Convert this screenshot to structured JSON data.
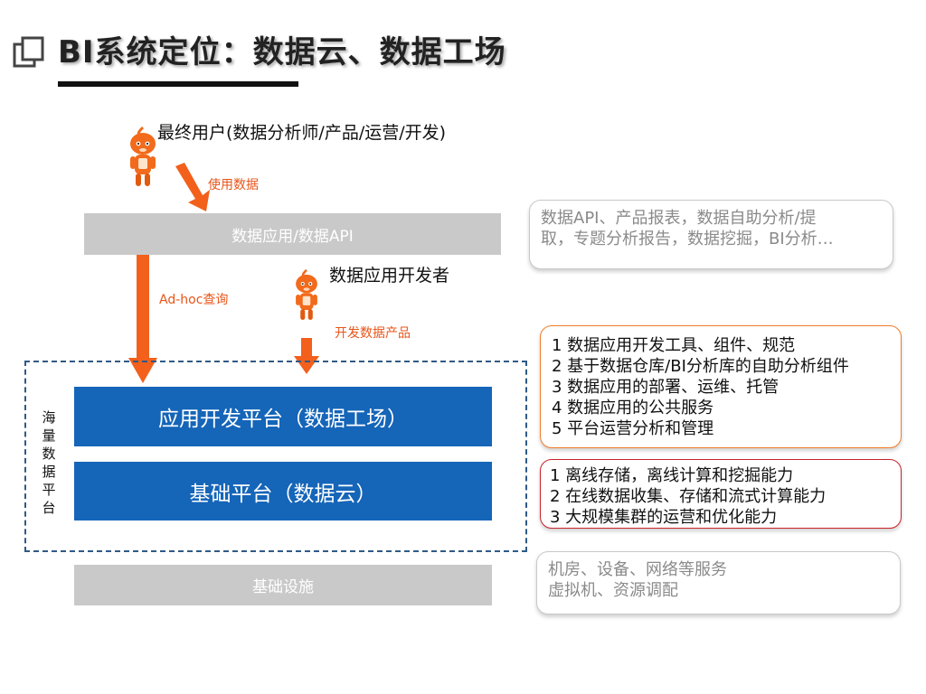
{
  "title": "BI系统定位：数据云、数据工场",
  "users": {
    "end_user": "最终用户(数据分析师/产品/运营/开发)",
    "developer": "数据应用开发者"
  },
  "arrows": {
    "use_data": "使用数据",
    "adhoc": "Ad-hoc查询",
    "dev_product": "开发数据产品"
  },
  "layers": {
    "data_app": "数据应用/数据API",
    "app_platform": "应用开发平台（数据工场）",
    "base_platform": "基础平台（数据云）",
    "infrastructure": "基础设施"
  },
  "massive_platform": [
    "海",
    "量",
    "数",
    "据",
    "平",
    "台"
  ],
  "notes": {
    "data_app": [
      "数据API、产品报表，数据自助分析/提",
      "取，专题分析报告，数据挖掘，BI分析…"
    ],
    "app_platform": [
      "1 数据应用开发工具、组件、规范",
      "2 基于数据仓库/BI分析库的自助分析组件",
      "3 数据应用的部署、运维、托管",
      "4 数据应用的公共服务",
      "5 平台运营分析和管理"
    ],
    "base_platform": [
      "1 离线存储，离线计算和挖掘能力",
      "2 在线数据收集、存储和流式计算能力",
      "3 大规模集群的运营和优化能力"
    ],
    "infrastructure": [
      "机房、设备、网络等服务",
      "虚拟机、资源调配"
    ]
  },
  "colors": {
    "blue": "#1565b8",
    "grey": "#c9c9c9",
    "orange": "#e8551a",
    "red": "#c9222a",
    "dashed": "#2f5a86"
  },
  "icons": [
    "copy-icon",
    "mascot-icon",
    "arrow-down-icon"
  ]
}
